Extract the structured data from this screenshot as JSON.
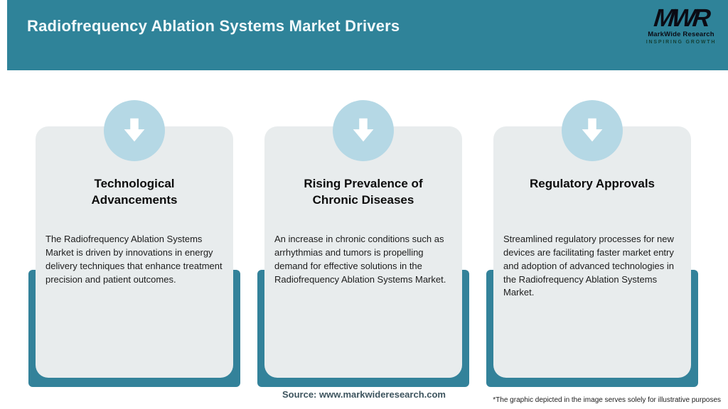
{
  "header": {
    "title": "Radiofrequency Ablation Systems Market Drivers",
    "logo": {
      "monogram": "MWR",
      "name": "MarkWide Research",
      "tagline": "INSPIRING GROWTH"
    }
  },
  "cards": [
    {
      "icon": "down-arrow-icon",
      "title": "Technological Advancements",
      "body": "The Radiofrequency Ablation Systems Market is driven by innovations in energy delivery techniques that enhance treatment precision and patient outcomes."
    },
    {
      "icon": "down-arrow-icon",
      "title": "Rising Prevalence of Chronic Diseases",
      "body": "An increase in chronic conditions such as arrhythmias and tumors is propelling demand for effective solutions in the Radiofrequency Ablation Systems Market."
    },
    {
      "icon": "down-arrow-icon",
      "title": "Regulatory Approvals",
      "body": "Streamlined regulatory processes for new devices are facilitating faster market entry and adoption of advanced technologies in the Radiofrequency Ablation Systems Market."
    }
  ],
  "footer": {
    "source": "Source: www.markwideresearch.com",
    "disclaimer": "*The graphic depicted in the image serves solely for illustrative purposes"
  },
  "colors": {
    "header_teal": "#2f8399",
    "backdrop_teal": "#33829a",
    "card_gray": "#e8eced",
    "icon_circle_blue": "#b5d8e5",
    "title_white": "#f2fafc"
  }
}
